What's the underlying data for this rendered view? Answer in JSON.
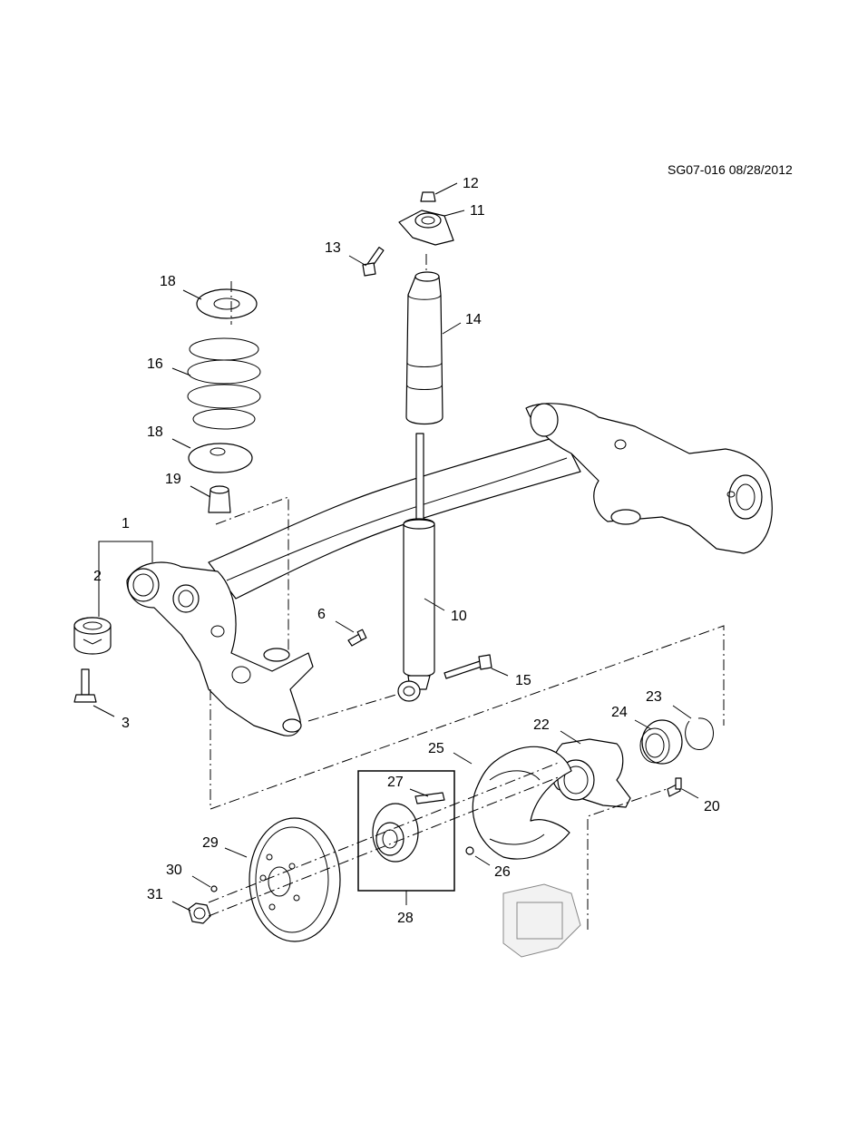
{
  "header": {
    "reference": "SG07-016 08/28/2012"
  },
  "callouts": {
    "c1": "1",
    "c2": "2",
    "c3": "3",
    "c6": "6",
    "c10": "10",
    "c11": "11",
    "c12": "12",
    "c13": "13",
    "c14": "14",
    "c15": "15",
    "c16": "16",
    "c18a": "18",
    "c18b": "18",
    "c19": "19",
    "c20": "20",
    "c22": "22",
    "c23": "23",
    "c24": "24",
    "c25": "25",
    "c26": "26",
    "c27": "27",
    "c28": "28",
    "c29": "29",
    "c30": "30",
    "c31": "31"
  }
}
